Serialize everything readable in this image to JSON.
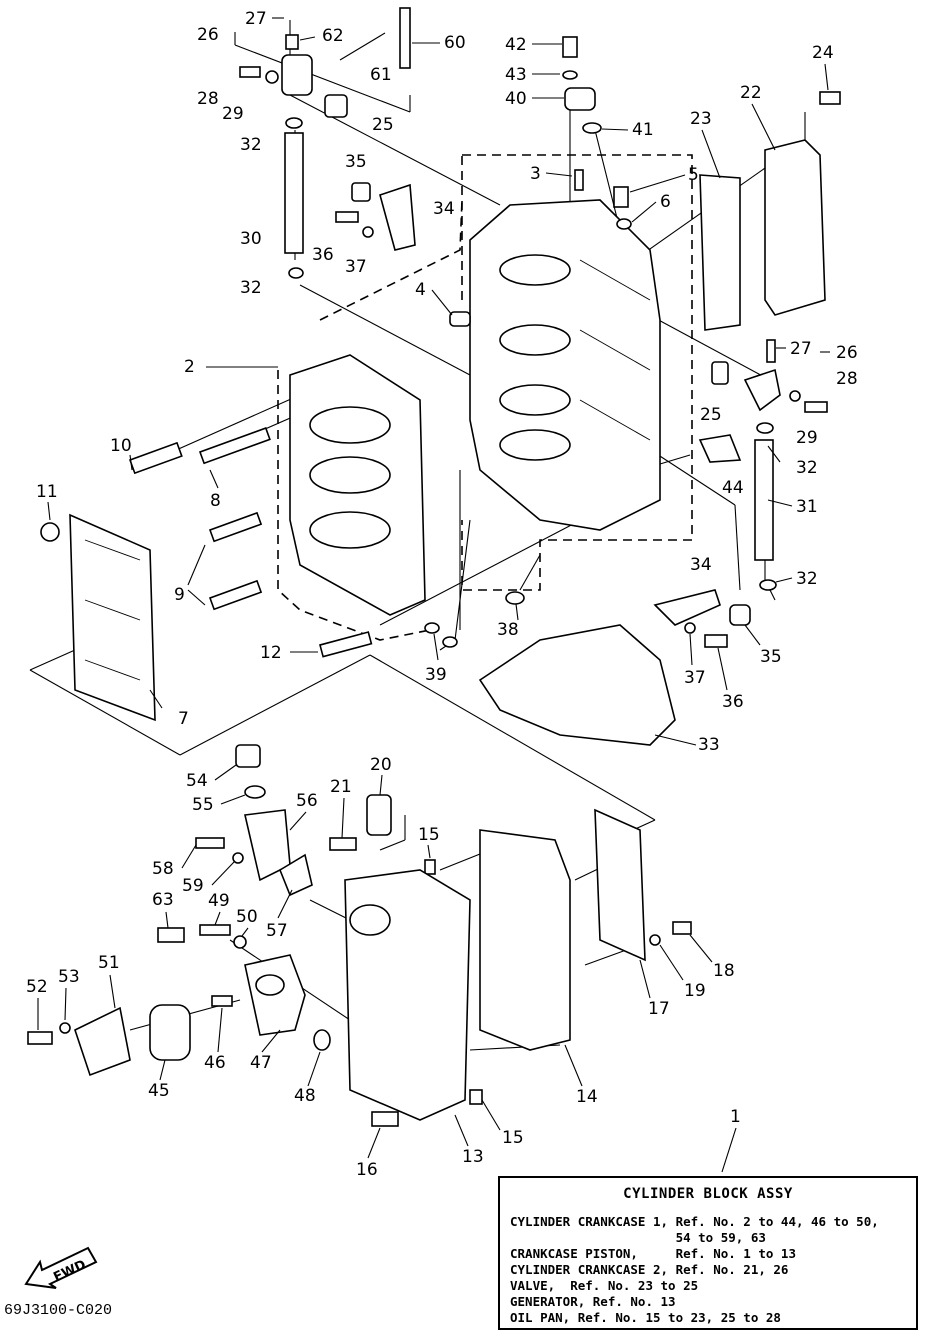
{
  "callouts": [
    {
      "id": "c27a",
      "text": "27"
    },
    {
      "id": "c26a",
      "text": "26"
    },
    {
      "id": "c62",
      "text": "62"
    },
    {
      "id": "c60",
      "text": "60"
    },
    {
      "id": "c61",
      "text": "61"
    },
    {
      "id": "c28a",
      "text": "28"
    },
    {
      "id": "c29a",
      "text": "29"
    },
    {
      "id": "c25a",
      "text": "25"
    },
    {
      "id": "c32a",
      "text": "32"
    },
    {
      "id": "c35a",
      "text": "35"
    },
    {
      "id": "c34a",
      "text": "34"
    },
    {
      "id": "c30",
      "text": "30"
    },
    {
      "id": "c36a",
      "text": "36"
    },
    {
      "id": "c37a",
      "text": "37"
    },
    {
      "id": "c32b",
      "text": "32"
    },
    {
      "id": "c42",
      "text": "42"
    },
    {
      "id": "c43",
      "text": "43"
    },
    {
      "id": "c40",
      "text": "40"
    },
    {
      "id": "c41",
      "text": "41"
    },
    {
      "id": "c24",
      "text": "24"
    },
    {
      "id": "c22",
      "text": "22"
    },
    {
      "id": "c23",
      "text": "23"
    },
    {
      "id": "c3",
      "text": "3"
    },
    {
      "id": "c5",
      "text": "5"
    },
    {
      "id": "c6",
      "text": "6"
    },
    {
      "id": "c4",
      "text": "4"
    },
    {
      "id": "c2",
      "text": "2"
    },
    {
      "id": "c27b",
      "text": "27"
    },
    {
      "id": "c26b",
      "text": "26"
    },
    {
      "id": "c28b",
      "text": "28"
    },
    {
      "id": "c25b",
      "text": "25"
    },
    {
      "id": "c29b",
      "text": "29"
    },
    {
      "id": "c32c",
      "text": "32"
    },
    {
      "id": "c44",
      "text": "44"
    },
    {
      "id": "c31",
      "text": "31"
    },
    {
      "id": "c10",
      "text": "10"
    },
    {
      "id": "c8",
      "text": "8"
    },
    {
      "id": "c11",
      "text": "11"
    },
    {
      "id": "c9",
      "text": "9"
    },
    {
      "id": "c34b",
      "text": "34"
    },
    {
      "id": "c32d",
      "text": "32"
    },
    {
      "id": "c38",
      "text": "38"
    },
    {
      "id": "c12",
      "text": "12"
    },
    {
      "id": "c39",
      "text": "39"
    },
    {
      "id": "c35b",
      "text": "35"
    },
    {
      "id": "c37b",
      "text": "37"
    },
    {
      "id": "c36b",
      "text": "36"
    },
    {
      "id": "c7",
      "text": "7"
    },
    {
      "id": "c33",
      "text": "33"
    },
    {
      "id": "c54",
      "text": "54"
    },
    {
      "id": "c20",
      "text": "20"
    },
    {
      "id": "c55",
      "text": "55"
    },
    {
      "id": "c56",
      "text": "56"
    },
    {
      "id": "c21",
      "text": "21"
    },
    {
      "id": "c15a",
      "text": "15"
    },
    {
      "id": "c58",
      "text": "58"
    },
    {
      "id": "c59",
      "text": "59"
    },
    {
      "id": "c63",
      "text": "63"
    },
    {
      "id": "c49",
      "text": "49"
    },
    {
      "id": "c50",
      "text": "50"
    },
    {
      "id": "c57",
      "text": "57"
    },
    {
      "id": "c18",
      "text": "18"
    },
    {
      "id": "c51",
      "text": "51"
    },
    {
      "id": "c52",
      "text": "52"
    },
    {
      "id": "c53",
      "text": "53"
    },
    {
      "id": "c19",
      "text": "19"
    },
    {
      "id": "c17",
      "text": "17"
    },
    {
      "id": "c46",
      "text": "46"
    },
    {
      "id": "c47",
      "text": "47"
    },
    {
      "id": "c45",
      "text": "45"
    },
    {
      "id": "c48",
      "text": "48"
    },
    {
      "id": "c14",
      "text": "14"
    },
    {
      "id": "c15b",
      "text": "15"
    },
    {
      "id": "c1",
      "text": "1"
    },
    {
      "id": "c16",
      "text": "16"
    },
    {
      "id": "c13",
      "text": "13"
    }
  ],
  "legend": {
    "title": "CYLINDER BLOCK ASSY",
    "lines": [
      "CYLINDER CRANKCASE 1, Ref. No. 2 to 44, 46 to 50,",
      "                      54 to 59, 63",
      "CRANKCASE PISTON,     Ref. No. 1 to 13",
      "CYLINDER CRANKCASE 2, Ref. No. 21, 26",
      "VALVE,  Ref. No. 23 to 25",
      "GENERATOR, Ref. No. 13",
      "OIL PAN, Ref. No. 15 to 23, 25 to 28"
    ]
  },
  "fwd_label": "FWD",
  "drawing_code": "69J3100-C020"
}
